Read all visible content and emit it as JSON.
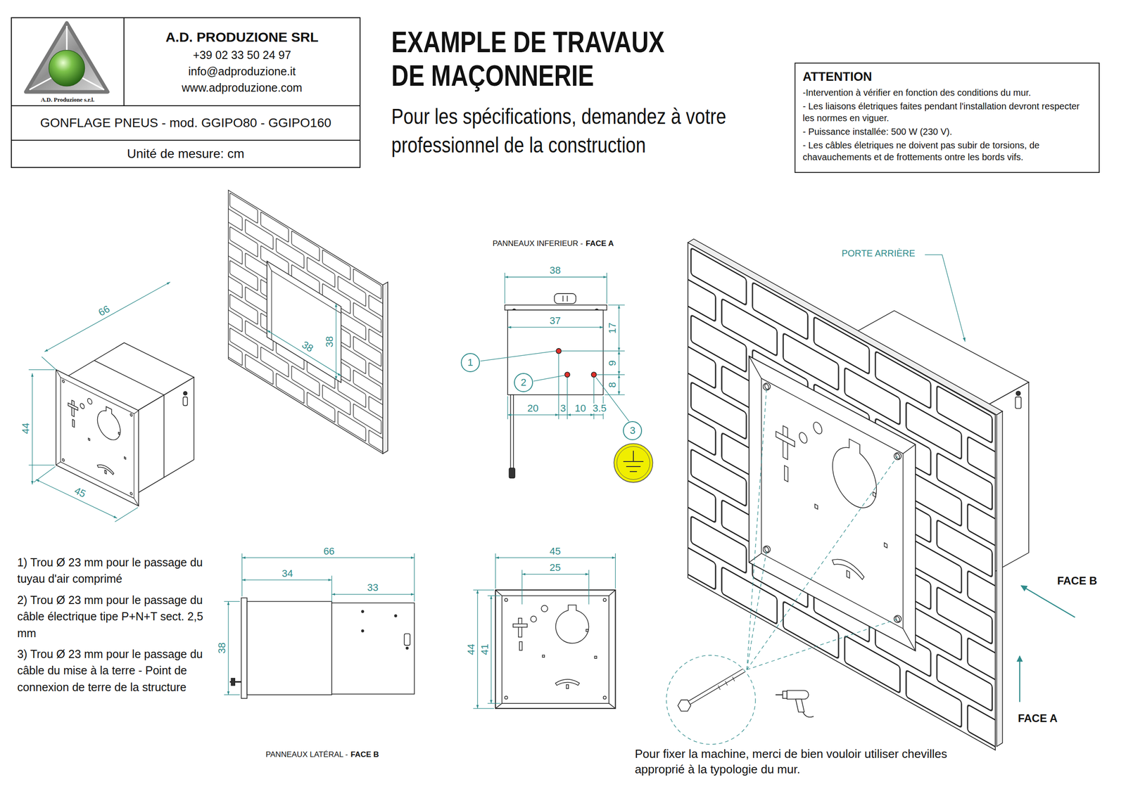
{
  "diagram": {
    "title": "EXAMPLE DE TRAVAUX DE MAÇONNERIE",
    "nodes": [
      {
        "text": [
          "A.D. Produzione s.r.l."
        ]
      },
      {
        "text": [
          "A.D. PRODUZIONE SRL",
          "+39 02 33 50 24 97",
          "info@adproduzione.it",
          "www.adproduzione.com"
        ]
      },
      {
        "text": [
          "GONFLAGE PNEUS - mod. GGIPO80 - GGIPO160"
        ]
      },
      {
        "text": [
          "Unité de mesure: cm"
        ]
      },
      {
        "text": [
          "ATTENTION",
          "-Intervention à vérifier en fonction des conditions du mur.",
          "- Les liaisons életriques faites pendant l'installation devront respecter les normes en viguer.",
          "- Puissance installée: 500 W (230 V).",
          "- Les câbles életriques ne doivent pas subir de torsions, de chavauchements et de frottements ontre les bords vifs."
        ]
      },
      {
        "text": [
          "1"
        ]
      },
      {
        "text": [
          "2"
        ]
      },
      {
        "text": [
          "3"
        ]
      }
    ],
    "labels": [
      "Pour les spécifications, demandez à votre professionnel de la construction",
      "PANNEAUX INFERIEUR -",
      "FACE A",
      "38",
      "37",
      "17",
      "9",
      "8",
      "20",
      "3",
      "10",
      "3.5",
      "66",
      "44",
      "45",
      "38",
      "38",
      "PORTE ARRIÈRE",
      "FACE B",
      "FACE A",
      "1) Trou Ø 23 mm pour le passage du tuyau d'air comprimé",
      "2) Trou Ø 23 mm pour le passage du câble électrique tipe P+N+T sect. 2,5 mm",
      "3) Trou Ø 23 mm pour le passage du câble du mise à la terre - Point de connexion de terre de la structure",
      "66",
      "34",
      "33",
      "38",
      "45",
      "25",
      "44",
      "41",
      "PANNEAUX LATÉRAL -",
      "FACE B",
      "Pour fixer la machine, merci de bien vouloir utiliser chevilles approprié à la typologie du mur."
    ]
  }
}
